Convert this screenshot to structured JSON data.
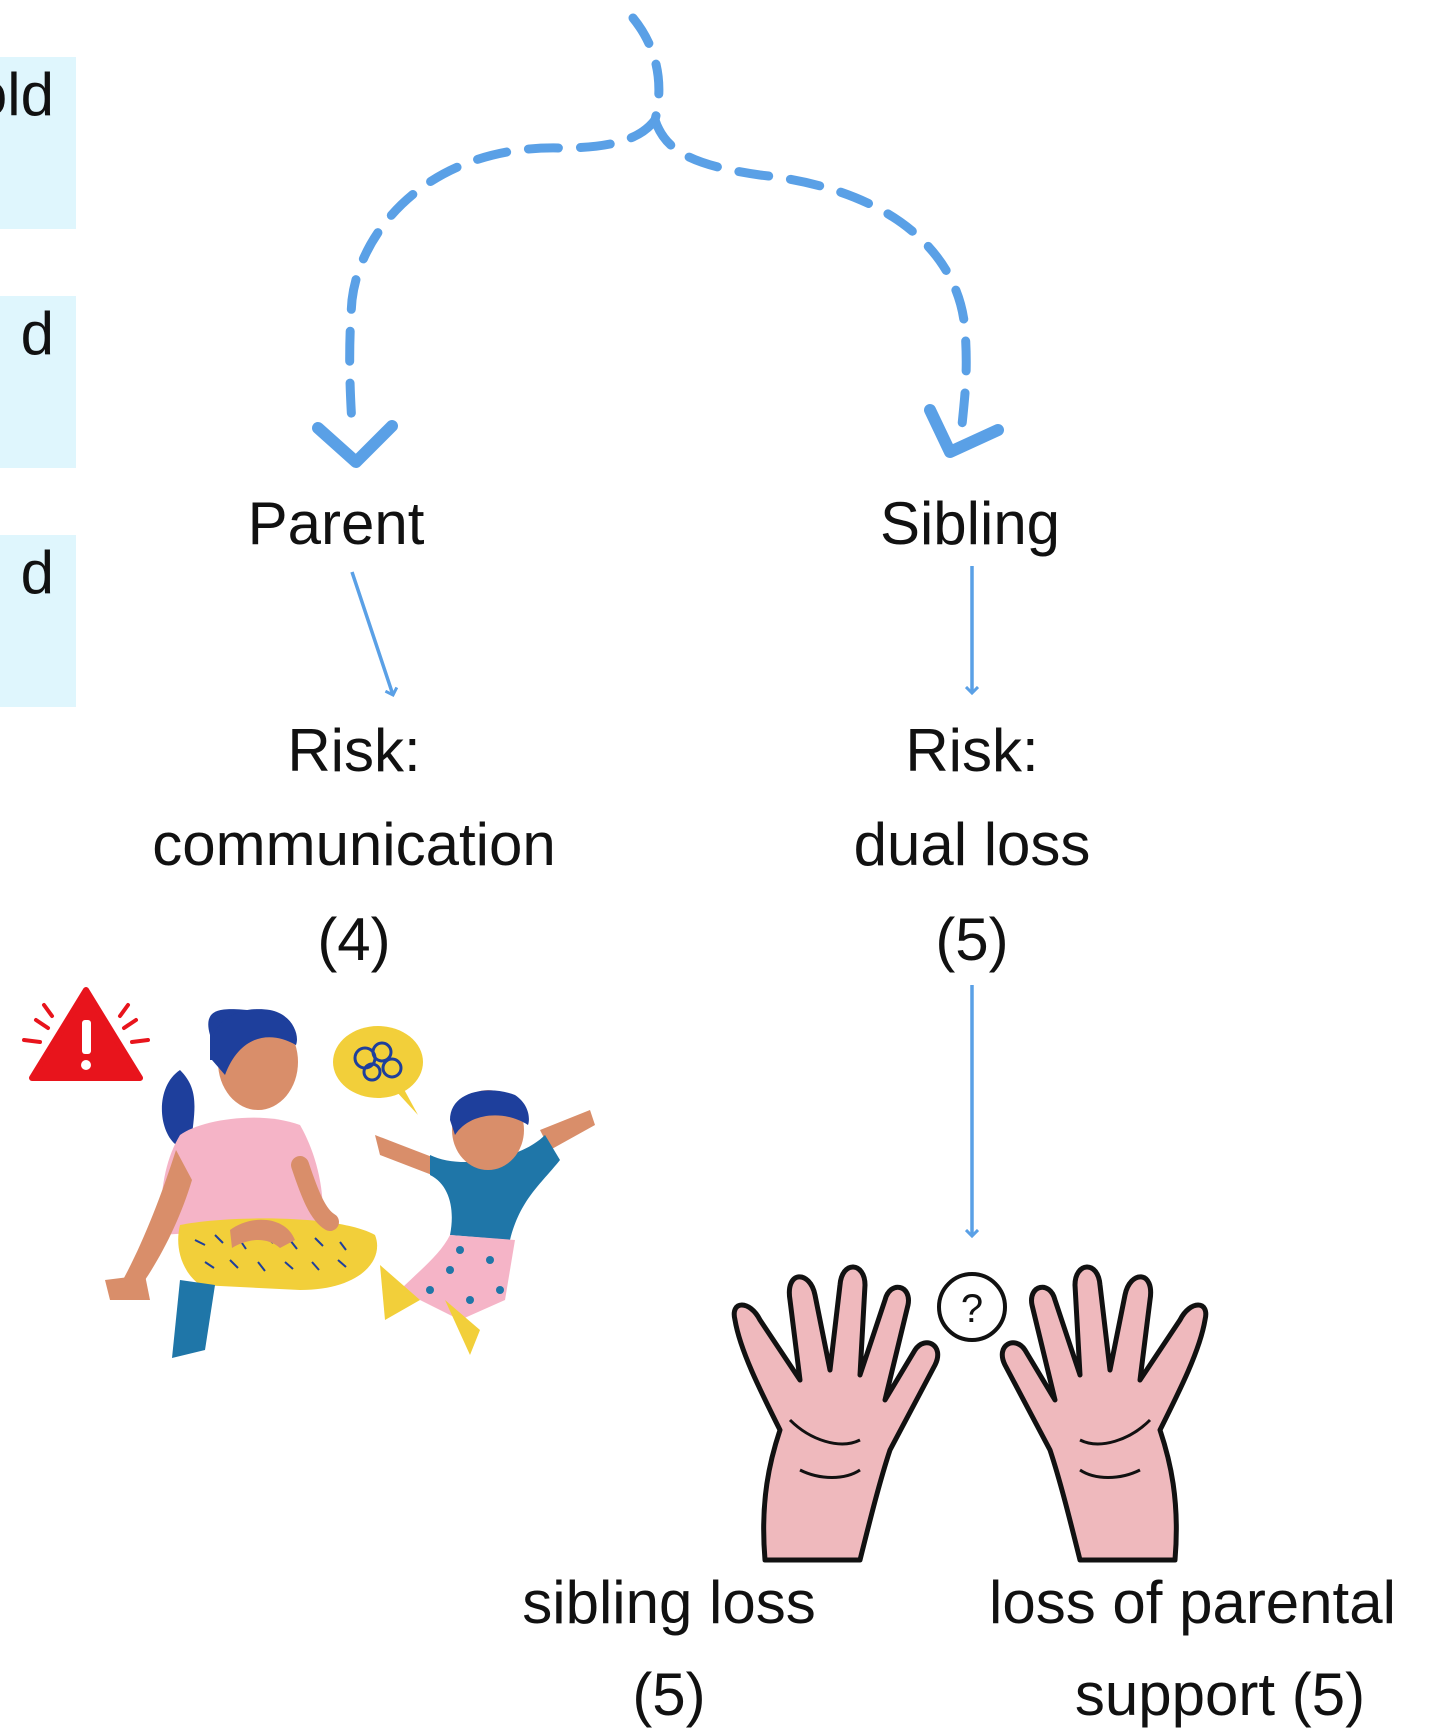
{
  "side_panels": [
    {
      "text": "old",
      "color": "#dff6fd"
    },
    {
      "text": "d",
      "color": "#dff6fd"
    },
    {
      "text": "d",
      "color": "#dff6fd"
    }
  ],
  "nodes": {
    "parent": "Parent",
    "sibling": "Sibling",
    "parent_risk": {
      "line1": "Risk:",
      "line2": "communication",
      "line3": "(4)"
    },
    "sibling_risk": {
      "line1": "Risk:",
      "line2": "dual loss",
      "line3": "(5)"
    },
    "sibling_loss": {
      "line1": "sibling loss",
      "line2": "(5)"
    },
    "parental_loss": {
      "line1": "loss of parental",
      "line2": "support (5)"
    }
  },
  "icons": {
    "warning": "warning-triangle-icon",
    "question": "?"
  },
  "colors": {
    "arrow": "#5aa0e6",
    "panel": "#dff6fd",
    "warning": "#e8141c",
    "skin_hands": "#efb9bd",
    "mother_top": "#f5b4c7",
    "child_shirt": "#1f76a8",
    "skirt": "#f2cf3a",
    "hair": "#1e3f9c",
    "skin": "#d98e6a"
  }
}
